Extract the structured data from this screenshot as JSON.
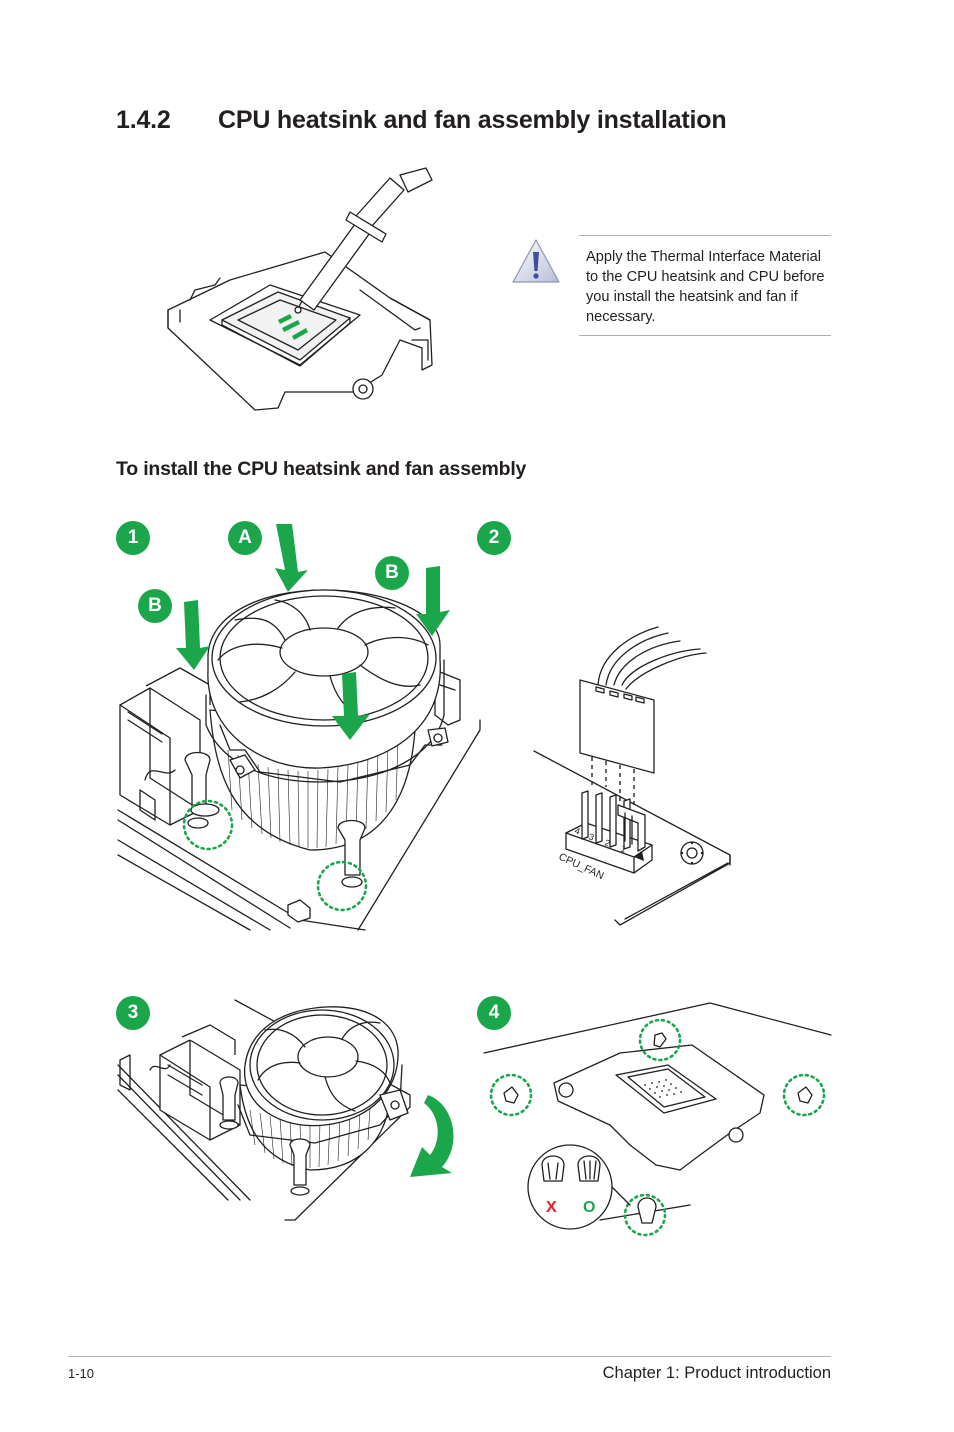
{
  "section": {
    "number": "1.4.2",
    "title": "CPU heatsink and fan assembly installation"
  },
  "note": {
    "icon": "warning-triangle-icon",
    "text": "Apply the Thermal Interface Material to the CPU heatsink and CPU before you install the heatsink and fan if necessary."
  },
  "procedure": {
    "title": "To install the CPU heatsink and fan assembly"
  },
  "steps": {
    "step1": "1",
    "step2": "2",
    "step3": "3",
    "step4": "4"
  },
  "callouts": {
    "a": "A",
    "b": "B"
  },
  "connector": {
    "label": "CPU_FAN",
    "pins": [
      "4",
      "3",
      "2",
      "1"
    ]
  },
  "fastener_check": {
    "wrong": "X",
    "right": "O"
  },
  "footer": {
    "page_number": "1-10",
    "chapter": "Chapter 1: Product introduction"
  },
  "colors": {
    "accent_green": "#1ba64b",
    "wrong_red": "#e0202a",
    "text": "#231f20"
  }
}
